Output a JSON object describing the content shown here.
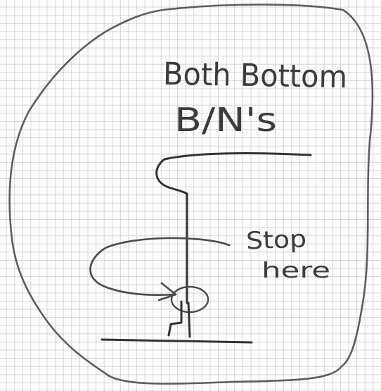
{
  "sketch": {
    "title_line1": "Both Bottom",
    "title_line2": "B/N's",
    "note_line1": "Stop",
    "note_line2": "here"
  },
  "colors": {
    "paper": "#fcfcfb",
    "grid": "#969eaf",
    "pencil": "#4a4a4a"
  }
}
